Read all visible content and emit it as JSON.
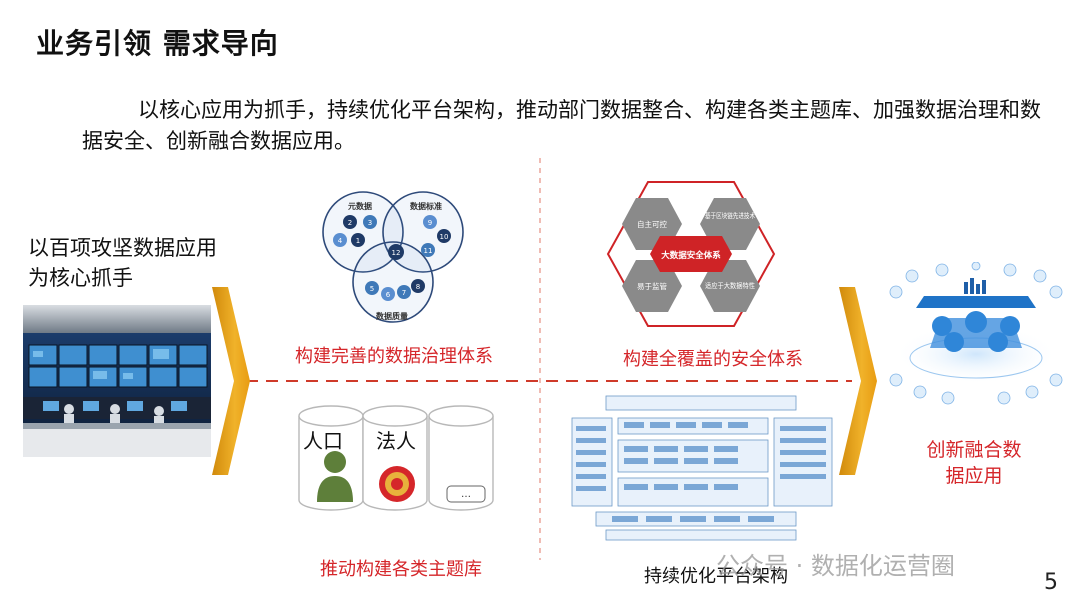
{
  "title": "业务引领 需求导向",
  "subtitle": "以核心应用为抓手，持续优化平台架构，推动部门数据整合、构建各类主题库、加强数据治理和数据安全、创新融合数据应用。",
  "left_label": "以百项攻坚数据应用为核心抓手",
  "sections": {
    "governance": "构建完善的数据治理体系",
    "security": "构建全覆盖的安全体系",
    "topic_db": "推动构建各类主题库",
    "platform": "持续优化平台架构",
    "innovation": "创新融合数据应用"
  },
  "venn": {
    "circle1": "元数据",
    "circle2": "数据标准",
    "circle3": "数据质量",
    "numbers": [
      "1",
      "2",
      "3",
      "4",
      "5",
      "6",
      "7",
      "8",
      "9",
      "10",
      "11",
      "12"
    ]
  },
  "security_hex": {
    "center": "大数据安全体系",
    "top_left": "自主可控",
    "top_right": "基于区块链先进技术",
    "bottom_left": "易于监管",
    "bottom_right": "适应于大数据特性"
  },
  "topic_db": {
    "label1": "人口",
    "label2": "法人",
    "more": "…"
  },
  "page_number": "5",
  "watermark": "公众号 · 数据化运营圈",
  "colors": {
    "accent_red": "#d5262a",
    "arrow_gold": "#e8a31a",
    "venn_blue": "#2e4a7a",
    "hex_red": "#cf2326"
  }
}
